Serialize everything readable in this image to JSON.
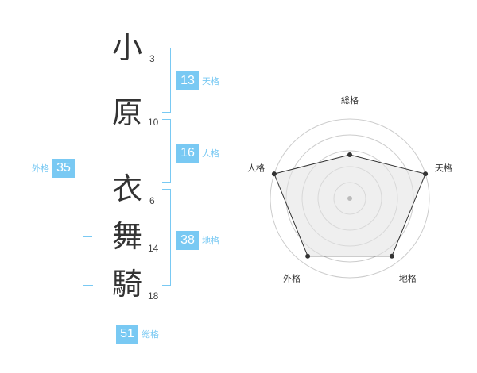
{
  "name_chars": [
    {
      "char": "小",
      "strokes": "3"
    },
    {
      "char": "原",
      "strokes": "10"
    },
    {
      "char": "衣",
      "strokes": "6"
    },
    {
      "char": "舞",
      "strokes": "14"
    },
    {
      "char": "騎",
      "strokes": "18"
    }
  ],
  "kaku": {
    "tenkaku": {
      "value": "13",
      "label": "天格"
    },
    "jinkaku": {
      "value": "16",
      "label": "人格"
    },
    "chikaku": {
      "value": "38",
      "label": "地格"
    },
    "gaikaku": {
      "value": "35",
      "label": "外格"
    },
    "soukaku": {
      "value": "51",
      "label": "総格"
    }
  },
  "chart_data": {
    "type": "radar",
    "axes": [
      "総格",
      "天格",
      "地格",
      "外格",
      "人格"
    ],
    "values": [
      0.55,
      1.0,
      0.9,
      0.9,
      1.0
    ],
    "range": [
      0,
      1
    ],
    "rings": 5,
    "colors": {
      "fill": "#f0f0f0",
      "ring": "#cccccc",
      "line": "#333333"
    }
  },
  "colors": {
    "accent": "#79c9f3"
  }
}
